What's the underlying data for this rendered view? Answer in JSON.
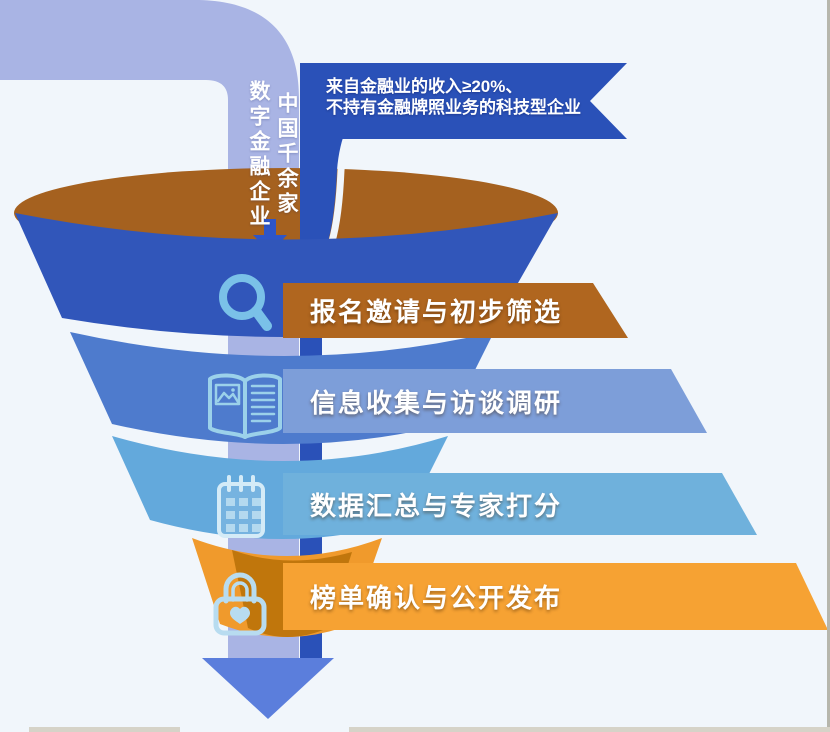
{
  "funnel": {
    "background_color": "#f1f6fb",
    "source_label": {
      "column_right": "中国千余家",
      "column_left": "数字金融企业"
    },
    "criteria_banner": {
      "line1": "来自金融业的收入≥20%、",
      "line2": "不持有金融牌照业务的科技型企业",
      "color": "#2a51b8"
    },
    "stages": [
      {
        "label": "报名邀请与初步筛选",
        "icon": "magnifier-icon",
        "banner_color": "#b0661f",
        "ring_color": "#3156ba"
      },
      {
        "label": "信息收集与访谈调研",
        "icon": "open-book-icon",
        "banner_color": "#7d9ed9",
        "ring_color": "#4e7bcd"
      },
      {
        "label": "数据汇总与专家打分",
        "icon": "calendar-icon",
        "banner_color": "#6fb1dc",
        "ring_color": "#63a9dc"
      },
      {
        "label": "榜单确认与公开发布",
        "icon": "lock-icon",
        "banner_color": "#f6a233",
        "ring_color": "#f09a2c"
      }
    ],
    "funnel_top_color": "#a5611f",
    "spout_inner_color": "#c0760c",
    "ribbon_light_color": "#a9b4e4",
    "ribbon_dark_color": "#2a51b8",
    "small_arrow_color": "#2d55c8",
    "exit_arrow_color": "#5b7edc",
    "icon_colors": {
      "magnifier": "#7ac1e8",
      "book": "#9bd1ea",
      "calendar": "#d4ebf7",
      "lock": "#b8dcf0"
    },
    "frame": {
      "border_color": "#b6b6ac",
      "bottom_bar_color": "#d6d3c8"
    }
  }
}
